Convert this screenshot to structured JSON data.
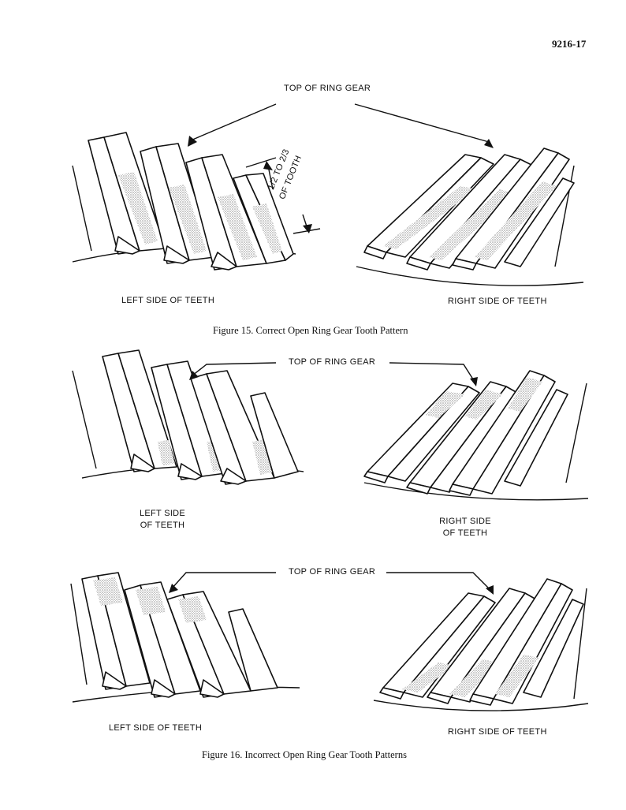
{
  "header": {
    "page_number": "9216-17"
  },
  "figure15": {
    "top_label": "TOP OF RING GEAR",
    "measure_label_line1": "1/2 TO 2/3",
    "measure_label_line2": "OF TOOTH",
    "left_label": "LEFT SIDE  OF TEETH",
    "right_label": "RIGHT SIDE OF TEETH",
    "caption": "Figure 15. Correct Open Ring Gear Tooth Pattern"
  },
  "figure16a": {
    "top_label": "TOP OF RING GEAR",
    "left_label_line1": "LEFT SIDE",
    "left_label_line2": "OF TEETH",
    "right_label_line1": "RIGHT SIDE",
    "right_label_line2": "OF TEETH"
  },
  "figure16b": {
    "top_label": "TOP OF RING GEAR",
    "left_label": "LEFT SIDE OF TEETH",
    "right_label": "RIGHT SIDE OF TEETH"
  },
  "figure16": {
    "caption": "Figure 16. Incorrect Open Ring Gear Tooth Patterns"
  },
  "colors": {
    "ink": "#111111",
    "paper": "#ffffff",
    "stipple": "#8a8a8a"
  }
}
